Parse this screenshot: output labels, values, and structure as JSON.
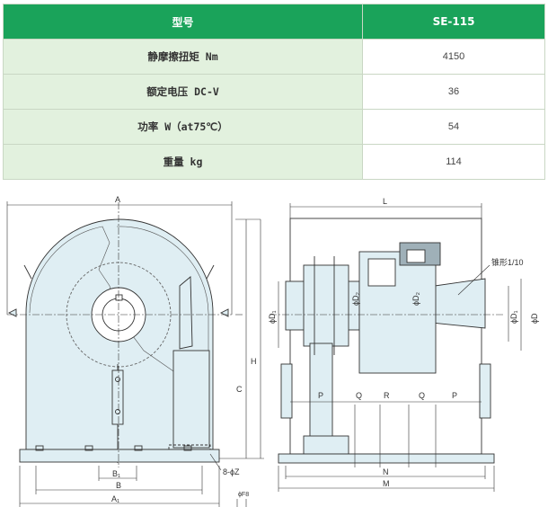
{
  "table": {
    "header": [
      "型号",
      "SE-115"
    ],
    "rows": [
      {
        "label": "静摩擦扭矩 Nm",
        "value": "4150"
      },
      {
        "label": "额定电压 DC-V",
        "value": "36"
      },
      {
        "label": "功率 W（at75℃）",
        "value": "54"
      },
      {
        "label": "重量 kg",
        "value": "114"
      }
    ]
  },
  "drawing": {
    "labels": {
      "A": "A",
      "L": "L",
      "H": "H",
      "C": "C",
      "B1": "B₁",
      "B": "B",
      "A1": "A₁",
      "Z": "8-ϕZ",
      "F": "ϕF8",
      "N": "N",
      "M": "M",
      "P": "P",
      "Q": "Q",
      "R": "R",
      "taper": "锥形1/10",
      "D": "ϕD",
      "D1": "ϕD₁",
      "D2": "ϕD₂"
    }
  }
}
